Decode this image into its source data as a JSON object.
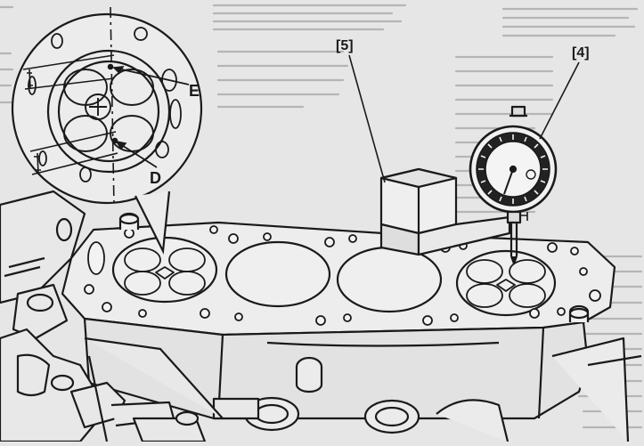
{
  "diagram": {
    "callouts": {
      "indicator": "[4]",
      "holder": "[5]",
      "point_e": "E",
      "point_d": "D"
    }
  },
  "colors": {
    "paper": "#e6e6e6",
    "ink": "#1a1a1a",
    "bg_text": "#a9a9a9"
  }
}
